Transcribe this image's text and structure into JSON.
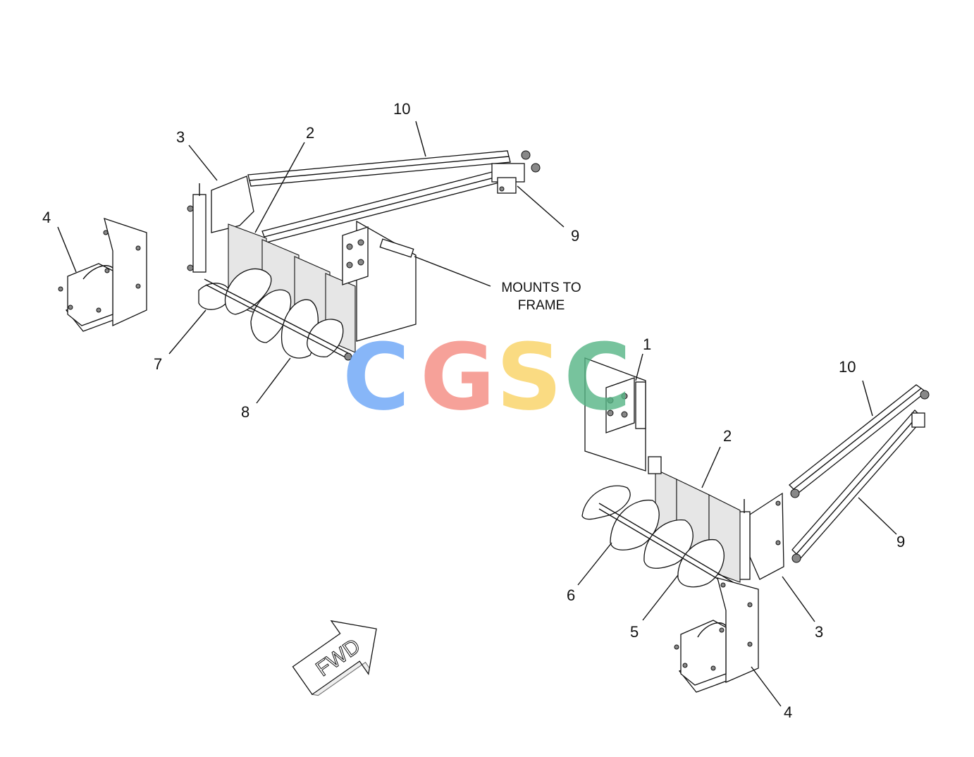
{
  "callouts": {
    "left_3": "3",
    "left_2": "2",
    "left_10": "10",
    "left_9": "9",
    "left_4": "4",
    "left_7": "7",
    "left_8": "8",
    "right_1": "1",
    "right_10": "10",
    "right_2": "2",
    "right_9": "9",
    "right_6": "6",
    "right_5": "5",
    "right_3": "3",
    "right_4": "4"
  },
  "note": {
    "line1": "MOUNTS TO",
    "line2": "FRAME"
  },
  "fwd_arrow": {
    "label": "FWD"
  },
  "watermark": {
    "letters": [
      "C",
      "G",
      "S",
      "C"
    ],
    "colors": [
      "#6aa5f7",
      "#f48a80",
      "#f9d363",
      "#56b585"
    ]
  }
}
